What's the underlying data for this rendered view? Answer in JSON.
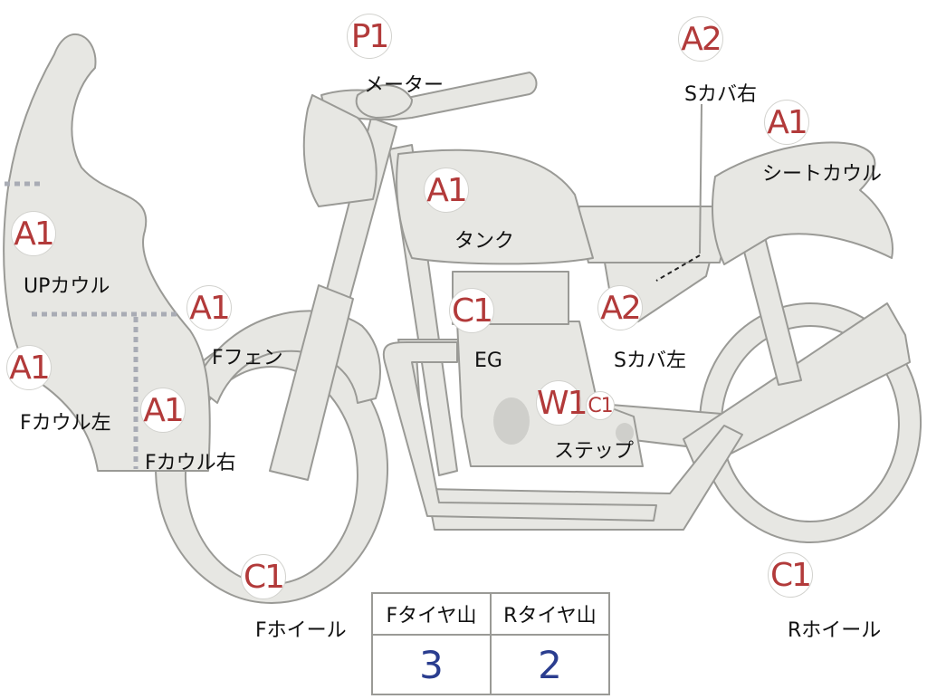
{
  "markers": [
    {
      "id": "meter",
      "grade": "P1",
      "label": "メーター"
    },
    {
      "id": "seat-cover-r",
      "grade": "A2",
      "label": "Sカバ右"
    },
    {
      "id": "seat-cowl",
      "grade": "A1",
      "label": "シートカウル"
    },
    {
      "id": "tank",
      "grade": "A1",
      "label": "タンク"
    },
    {
      "id": "up-cowl",
      "grade": "A1",
      "label": "UPカウル"
    },
    {
      "id": "f-fender",
      "grade": "A1",
      "label": "Fフェン"
    },
    {
      "id": "engine",
      "grade": "C1",
      "label": "EG"
    },
    {
      "id": "seat-cover-l",
      "grade": "A2",
      "label": "Sカバ左"
    },
    {
      "id": "f-cowl-l",
      "grade": "A1",
      "label": "Fカウル左"
    },
    {
      "id": "f-cowl-r",
      "grade": "A1",
      "label": "Fカウル右"
    },
    {
      "id": "step",
      "grade": "W1",
      "grade2": "C1",
      "label": "ステップ"
    },
    {
      "id": "f-wheel",
      "grade": "C1",
      "label": "Fホイール"
    },
    {
      "id": "r-wheel",
      "grade": "C1",
      "label": "Rホイール"
    }
  ],
  "tire_table": {
    "headers": [
      "Fタイヤ山",
      "Rタイヤ山"
    ],
    "values": [
      "3",
      "2"
    ]
  },
  "colors": {
    "body_fill": "#e7e7e3",
    "outline": "#9a9a96",
    "grade_text": "#b23a3a",
    "table_value": "#2a3d8f"
  }
}
